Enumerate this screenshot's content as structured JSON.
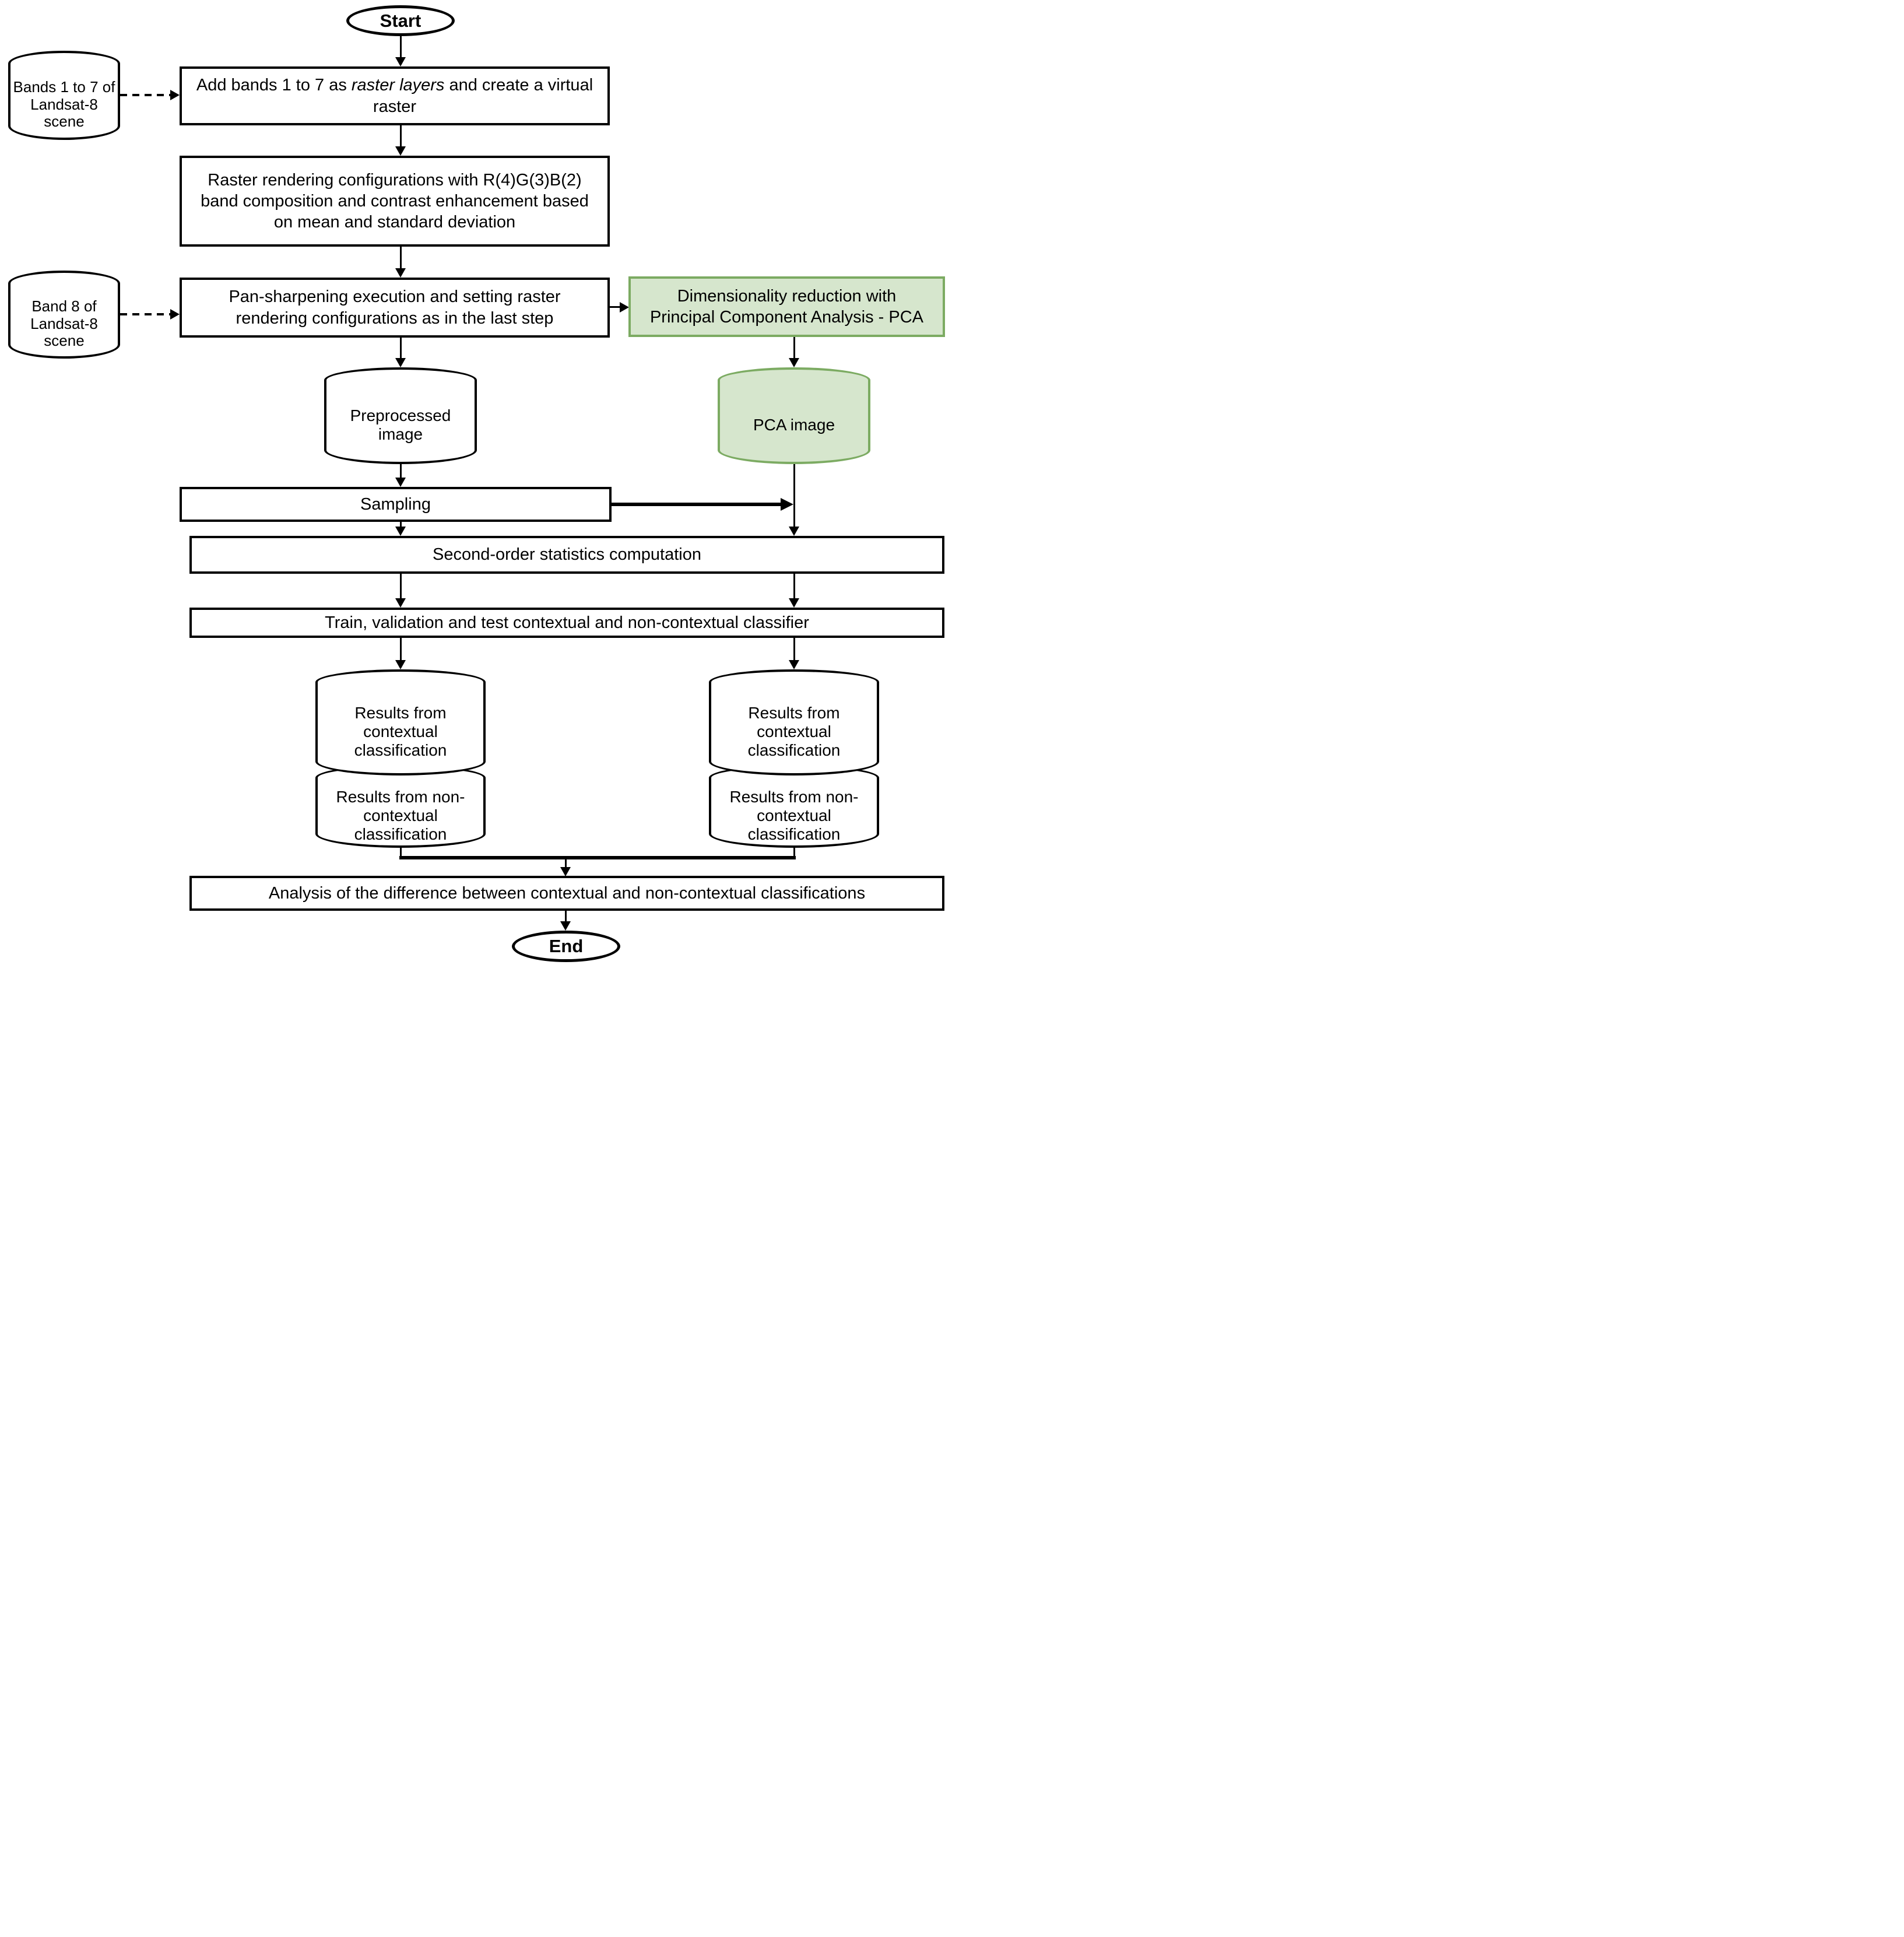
{
  "colors": {
    "accent_green_border": "#7cab62",
    "accent_green_fill": "#d6e6cd",
    "line_color": "#000000",
    "node_fill": "#ffffff"
  },
  "nodes": {
    "start": {
      "label": "Start"
    },
    "bands_source": {
      "label": "Bands 1 to 7 of Landsat-8 scene"
    },
    "add_bands": {
      "pre": "Add bands 1 to 7 as ",
      "italic": "raster layers",
      "post": " and create a virtual raster"
    },
    "raster_rendering": {
      "label": "Raster rendering configurations with R(4)G(3)B(2) band composition and contrast enhancement based on mean and standard deviation"
    },
    "band8_source": {
      "label": "Band 8 of Landsat-8 scene"
    },
    "pan_sharpening": {
      "label": "Pan-sharpening execution and setting raster rendering configurations as in the last step"
    },
    "pca_reduction": {
      "label": "Dimensionality reduction with Principal Component Analysis - PCA"
    },
    "preprocessed_image": {
      "label": "Preprocessed image"
    },
    "pca_image": {
      "label": "PCA image"
    },
    "sampling": {
      "label": "Sampling"
    },
    "second_order_stats": {
      "label": "Second-order statistics computation"
    },
    "train_validate_test": {
      "label": "Train, validation and test contextual and non-contextual classifier"
    },
    "results_contextual": {
      "label": "Results from contextual classification"
    },
    "results_non_contextual": {
      "label": "Results from non-contextual classification"
    },
    "analysis": {
      "label": "Analysis of the difference between contextual and non-contextual classifications"
    },
    "end": {
      "label": "End"
    }
  }
}
